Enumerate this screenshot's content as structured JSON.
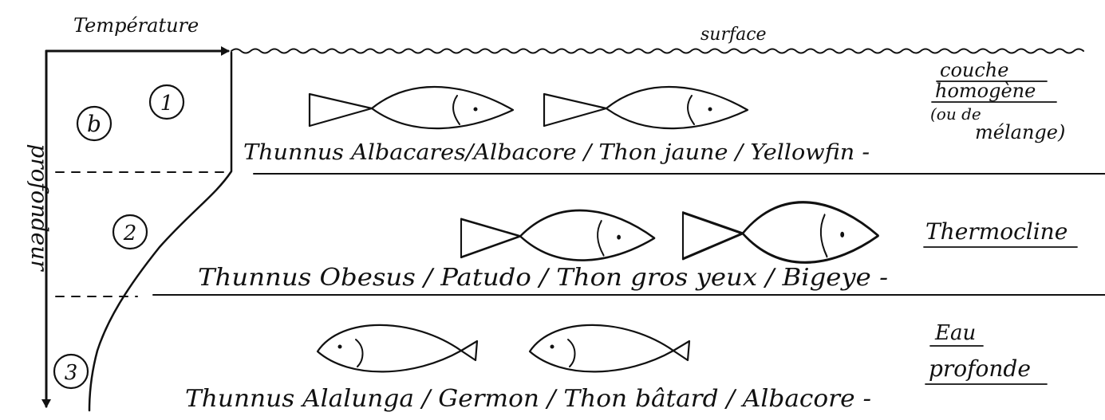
{
  "axes": {
    "x_label": "Température",
    "y_label": "profondeur",
    "surface_label": "surface"
  },
  "zones": [
    {
      "marker": "1",
      "name_lines": [
        "couche",
        "homogène",
        "(ou de",
        "mélange)"
      ],
      "species_caption": "Thunnus Albacares/Albacore / Thon jaune / Yellowfin -"
    },
    {
      "marker": "2",
      "name_lines": [
        "Thermocline"
      ],
      "species_caption": "Thunnus Obesus / Patudo / Thon gros yeux / Bigeye -"
    },
    {
      "marker": "3",
      "name_lines": [
        "Eau",
        "profonde"
      ],
      "species_caption": "Thunnus Alalunga / Germon / Thon bâtard / Albacore -"
    }
  ],
  "panel_marker": "b",
  "colors": {
    "ink": "#111111",
    "paper": "#ffffff"
  },
  "icons": [
    "fish-icon"
  ]
}
